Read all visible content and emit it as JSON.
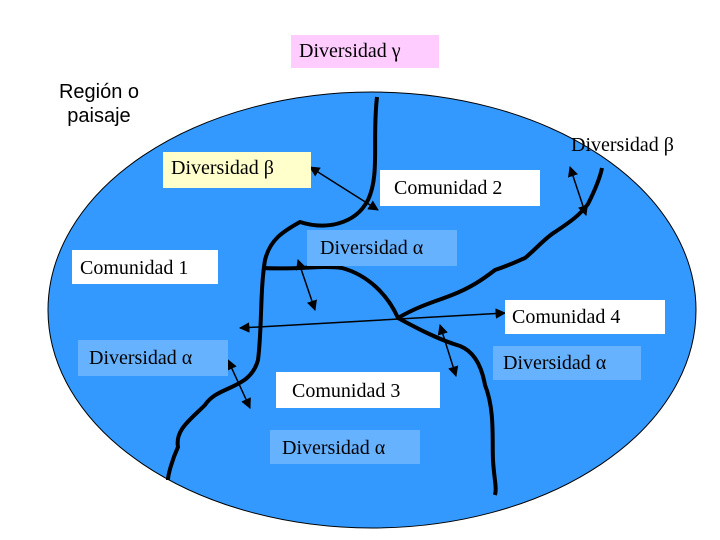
{
  "colors": {
    "ellipse_fill": "#3399ff",
    "ellipse_stroke": "#000000",
    "gamma_box": "#ffccff",
    "beta_box_left": "#ffffcc",
    "label_box_light": "#ffffff",
    "label_box_blue": "#66b2ff",
    "line": "#000000"
  },
  "labels": {
    "gamma": "Diversidad γ",
    "region": "Región o paisaje",
    "beta_left": "Diversidad β",
    "beta_right": "Diversidad β",
    "com1": "Comunidad 1",
    "com2": "Comunidad 2",
    "com3": "Comunidad 3",
    "com4": "Comunidad 4",
    "alpha_top": "Diversidad α",
    "alpha_left": "Diversidad α",
    "alpha_right": "Diversidad α",
    "alpha_bottom": "Diversidad α"
  }
}
